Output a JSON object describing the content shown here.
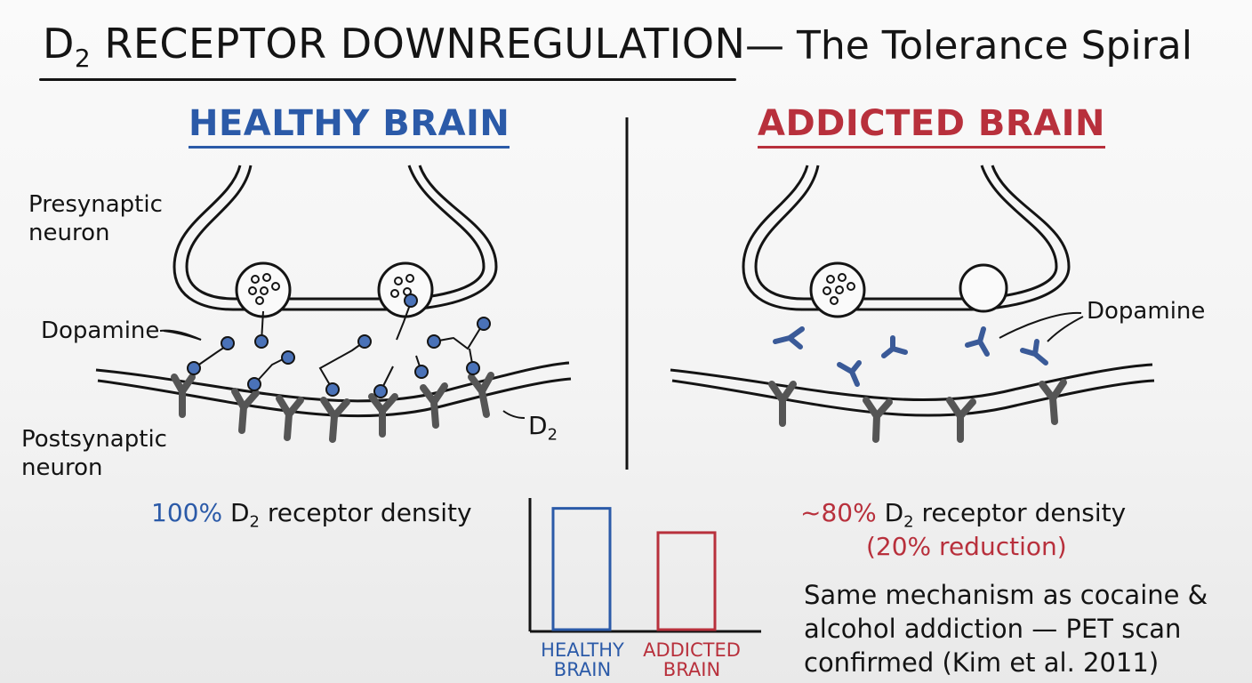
{
  "title": {
    "main_prefix": "D",
    "main_sub": "2",
    "main_rest": " RECEPTOR DOWNREGULATION",
    "subtitle": "— The Tolerance Spiral"
  },
  "panels": {
    "healthy": {
      "title": "HEALTHY BRAIN",
      "color": "#2b5aa8",
      "labels": {
        "presynaptic": "Presynaptic neuron",
        "dopamine": "Dopamine",
        "postsynaptic": "Postsynaptic neuron",
        "receptor_prefix": "D",
        "receptor_sub": "2"
      },
      "density": {
        "percent": "100%",
        "prefix": " D",
        "sub": "2",
        "rest": " receptor density"
      }
    },
    "addicted": {
      "title": "ADDICTED BRAIN",
      "color": "#b8303c",
      "labels": {
        "dopamine": "Dopamine"
      },
      "density": {
        "percent": "~80%",
        "prefix": " D",
        "sub": "2",
        "rest": " receptor density",
        "reduction": "(20% reduction)"
      }
    }
  },
  "chart_data": {
    "type": "bar",
    "categories": [
      "HEALTHY BRAIN",
      "ADDICTED BRAIN"
    ],
    "category_lines": [
      [
        "HEALTHY",
        "BRAIN"
      ],
      [
        "ADDICTED",
        "BRAIN"
      ]
    ],
    "values": [
      100,
      80
    ],
    "colors": [
      "#2b5aa8",
      "#b8303c"
    ],
    "ylim": [
      0,
      110
    ],
    "title": "",
    "xlabel": "",
    "ylabel": ""
  },
  "note": "Same mechanism as cocaine & alcohol addiction — PET scan confirmed (Kim et al. 2011)",
  "colors": {
    "ink": "#141414",
    "receptor": "#555555",
    "dopamine_fill": "#4a72b8",
    "blue": "#2b5aa8",
    "red": "#b8303c"
  }
}
